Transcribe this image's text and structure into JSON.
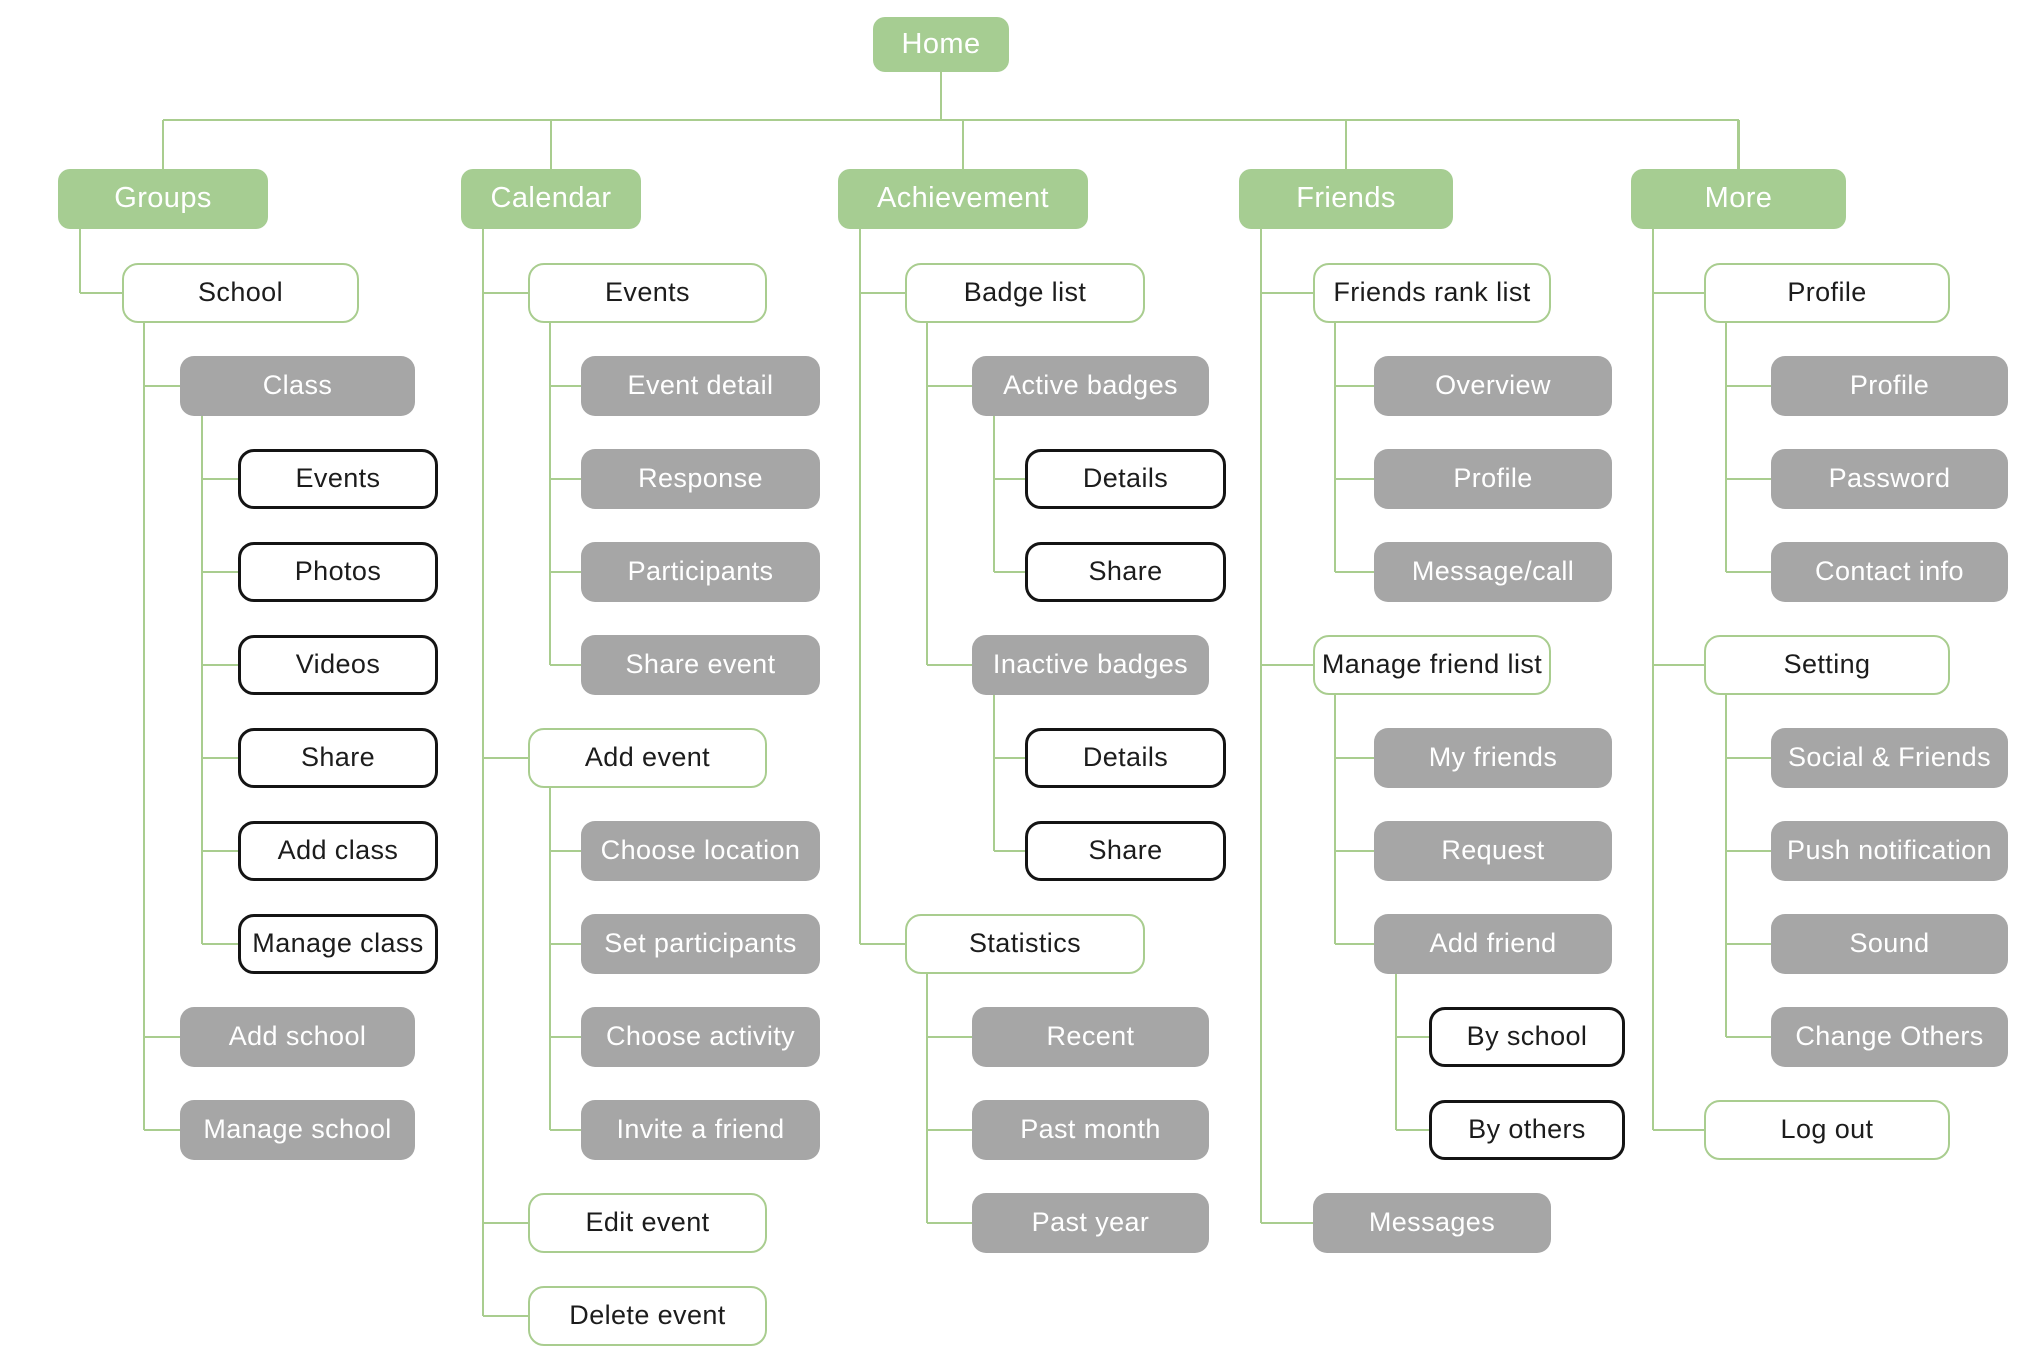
{
  "palette": {
    "background": "#ffffff",
    "green_fill": "#a6cd92",
    "green_line": "#a9cd8f",
    "gray_fill": "#a6a6a6",
    "black_line": "#141414",
    "text_on_fill": "#ffffff",
    "text_on_white": "#1c1c1c"
  },
  "tree": {
    "root": {
      "label": "Home",
      "kind": "green"
    },
    "sections": [
      {
        "label": "Groups",
        "kind": "green",
        "children": [
          {
            "label": "School",
            "kind": "outline-green",
            "children": [
              {
                "label": "Class",
                "kind": "gray",
                "children": [
                  {
                    "label": "Events",
                    "kind": "outline-black"
                  },
                  {
                    "label": "Photos",
                    "kind": "outline-black"
                  },
                  {
                    "label": "Videos",
                    "kind": "outline-black"
                  },
                  {
                    "label": "Share",
                    "kind": "outline-black"
                  },
                  {
                    "label": "Add class",
                    "kind": "outline-black"
                  },
                  {
                    "label": "Manage class",
                    "kind": "outline-black"
                  }
                ]
              },
              {
                "label": "Add school",
                "kind": "gray"
              },
              {
                "label": "Manage school",
                "kind": "gray"
              }
            ]
          }
        ]
      },
      {
        "label": "Calendar",
        "kind": "green",
        "children": [
          {
            "label": "Events",
            "kind": "outline-green",
            "children": [
              {
                "label": "Event detail",
                "kind": "gray"
              },
              {
                "label": "Response",
                "kind": "gray"
              },
              {
                "label": "Participants",
                "kind": "gray"
              },
              {
                "label": "Share event",
                "kind": "gray"
              }
            ]
          },
          {
            "label": "Add event",
            "kind": "outline-green",
            "children": [
              {
                "label": "Choose location",
                "kind": "gray"
              },
              {
                "label": "Set participants",
                "kind": "gray"
              },
              {
                "label": "Choose activity",
                "kind": "gray"
              },
              {
                "label": "Invite a friend",
                "kind": "gray"
              }
            ]
          },
          {
            "label": "Edit event",
            "kind": "outline-green"
          },
          {
            "label": "Delete event",
            "kind": "outline-green"
          }
        ]
      },
      {
        "label": "Achievement",
        "kind": "green",
        "children": [
          {
            "label": "Badge list",
            "kind": "outline-green",
            "children": [
              {
                "label": "Active badges",
                "kind": "gray",
                "children": [
                  {
                    "label": "Details",
                    "kind": "outline-black"
                  },
                  {
                    "label": "Share",
                    "kind": "outline-black"
                  }
                ]
              },
              {
                "label": "Inactive badges",
                "kind": "gray",
                "children": [
                  {
                    "label": "Details",
                    "kind": "outline-black"
                  },
                  {
                    "label": "Share",
                    "kind": "outline-black"
                  }
                ]
              }
            ]
          },
          {
            "label": "Statistics",
            "kind": "outline-green",
            "children": [
              {
                "label": "Recent",
                "kind": "gray"
              },
              {
                "label": "Past month",
                "kind": "gray"
              },
              {
                "label": "Past year",
                "kind": "gray"
              }
            ]
          }
        ]
      },
      {
        "label": "Friends",
        "kind": "green",
        "children": [
          {
            "label": "Friends rank list",
            "kind": "outline-green",
            "children": [
              {
                "label": "Overview",
                "kind": "gray"
              },
              {
                "label": "Profile",
                "kind": "gray"
              },
              {
                "label": "Message/call",
                "kind": "gray"
              }
            ]
          },
          {
            "label": "Manage friend list",
            "kind": "outline-green",
            "children": [
              {
                "label": "My friends",
                "kind": "gray"
              },
              {
                "label": "Request",
                "kind": "gray"
              },
              {
                "label": "Add friend",
                "kind": "gray",
                "children": [
                  {
                    "label": "By school",
                    "kind": "outline-black"
                  },
                  {
                    "label": "By others",
                    "kind": "outline-black"
                  }
                ]
              }
            ]
          },
          {
            "label": "Messages",
            "kind": "gray"
          }
        ]
      },
      {
        "label": "More",
        "kind": "green",
        "children": [
          {
            "label": "Profile",
            "kind": "outline-green",
            "children": [
              {
                "label": "Profile",
                "kind": "gray"
              },
              {
                "label": "Password",
                "kind": "gray"
              },
              {
                "label": "Contact info",
                "kind": "gray"
              }
            ]
          },
          {
            "label": "Setting",
            "kind": "outline-green",
            "children": [
              {
                "label": "Social & Friends",
                "kind": "gray"
              },
              {
                "label": "Push notification",
                "kind": "gray"
              },
              {
                "label": "Sound",
                "kind": "gray"
              },
              {
                "label": "Change Others",
                "kind": "gray"
              }
            ]
          },
          {
            "label": "Log out",
            "kind": "outline-green"
          }
        ]
      }
    ]
  }
}
